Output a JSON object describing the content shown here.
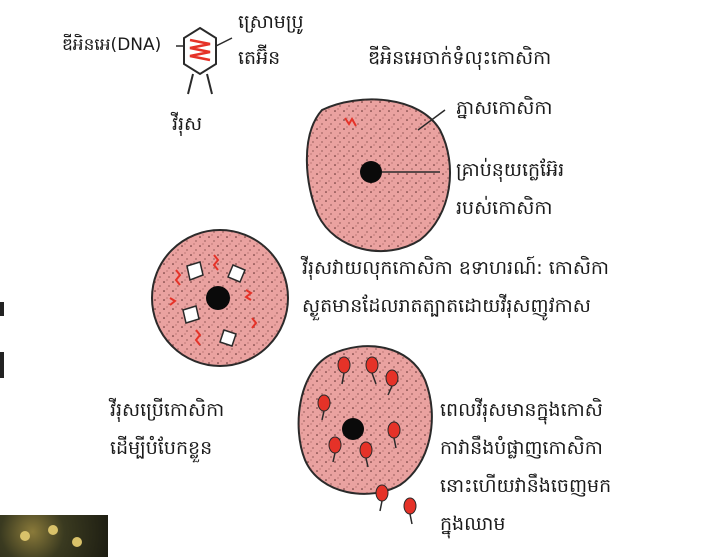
{
  "labels": {
    "dna": "ឌីអិនអេ(DNA)",
    "protein_1": "ស្រោមប្រូ",
    "protein_2": "តេអ៊ីន",
    "virus": "វីរុស",
    "dna_inject": "ឌីអិនអេចាក់ទំលុះកោសិកា",
    "membrane": "ភ្នាសកោសិកា",
    "nucleus_1": "គ្រាប់នុយក្លេអ៊ែរ",
    "nucleus_2": "របស់កោសិកា",
    "invade_1": "វីរុសវាយលុកកោសិកា ឧទាហរណ៍: កោសិកា",
    "invade_2": "ស្ងួតមានដែលរាតត្បាតដោយវីរុសញូវកាស",
    "use_1": "វីរុសប្រើកោសិកា",
    "use_2": "ដើម្បីបំបែកខ្លួន",
    "release_1": "ពេលវីរុសមានក្នុងកោសិ",
    "release_2": "កាវានឹងបំផ្លាញកោសិកា",
    "release_3": "នោះហើយវានឹងចេញមក",
    "release_4": "ក្នុងឈាម"
  },
  "colors": {
    "cell_fill": "#eaa2a0",
    "cell_stroke": "#2a2a2a",
    "virus_red": "#e53228",
    "nucleus": "#0a0a0a"
  }
}
